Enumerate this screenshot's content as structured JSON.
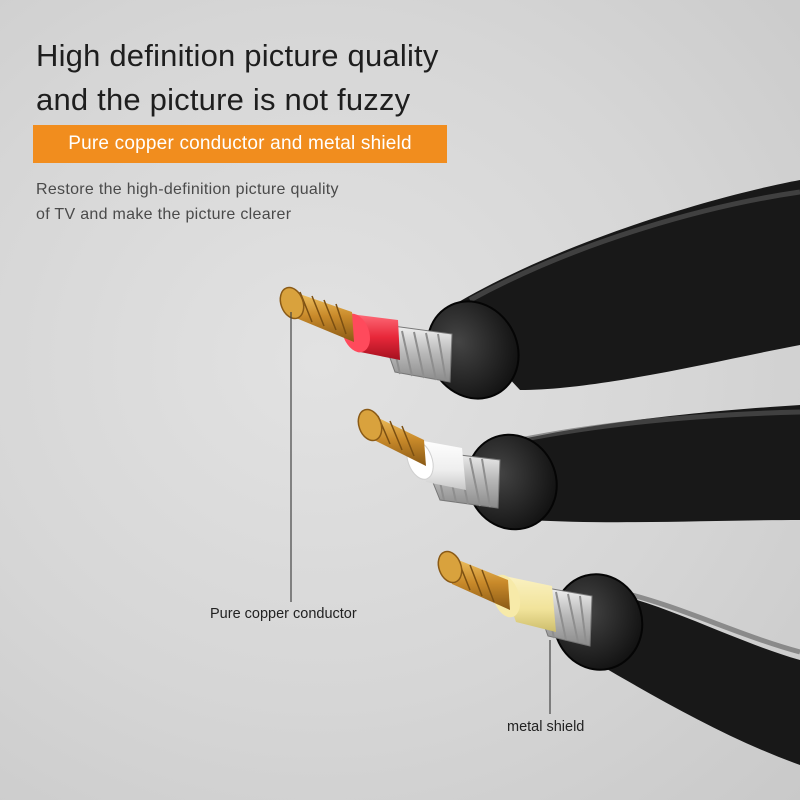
{
  "headline": {
    "line1": "High definition picture quality",
    "line2": "and the picture is not fuzzy"
  },
  "banner": {
    "text": "Pure copper conductor and metal shield"
  },
  "description": {
    "line1": "Restore the high-definition picture quality",
    "line2": "of TV and make the picture clearer"
  },
  "callouts": {
    "copper": "Pure copper conductor",
    "shield": "metal shield"
  },
  "colors": {
    "accent": "#f18d1e",
    "jacket": "#1a1a1a",
    "insulation_red": "#e8283a",
    "insulation_white": "#f2f2f2",
    "insulation_yellow": "#f1e39a",
    "copper": "#c98a2a"
  }
}
